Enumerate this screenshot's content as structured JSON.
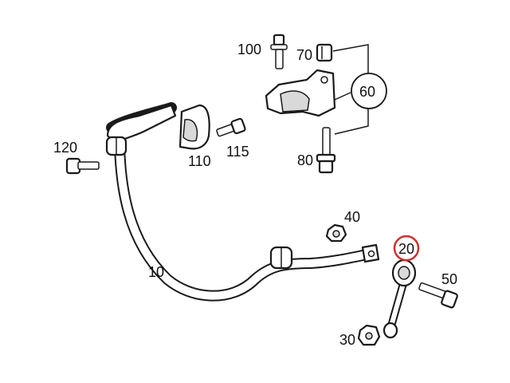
{
  "diagram": {
    "highlight_color": "#d0302c",
    "line_color": "#1a1a1a",
    "labels": {
      "p100": "100",
      "p70": "70",
      "p60": "60",
      "p80": "80",
      "p120": "120",
      "p110": "110",
      "p115": "115",
      "p40": "40",
      "p10": "10",
      "p20": "20",
      "p50": "50",
      "p30": "30"
    }
  }
}
